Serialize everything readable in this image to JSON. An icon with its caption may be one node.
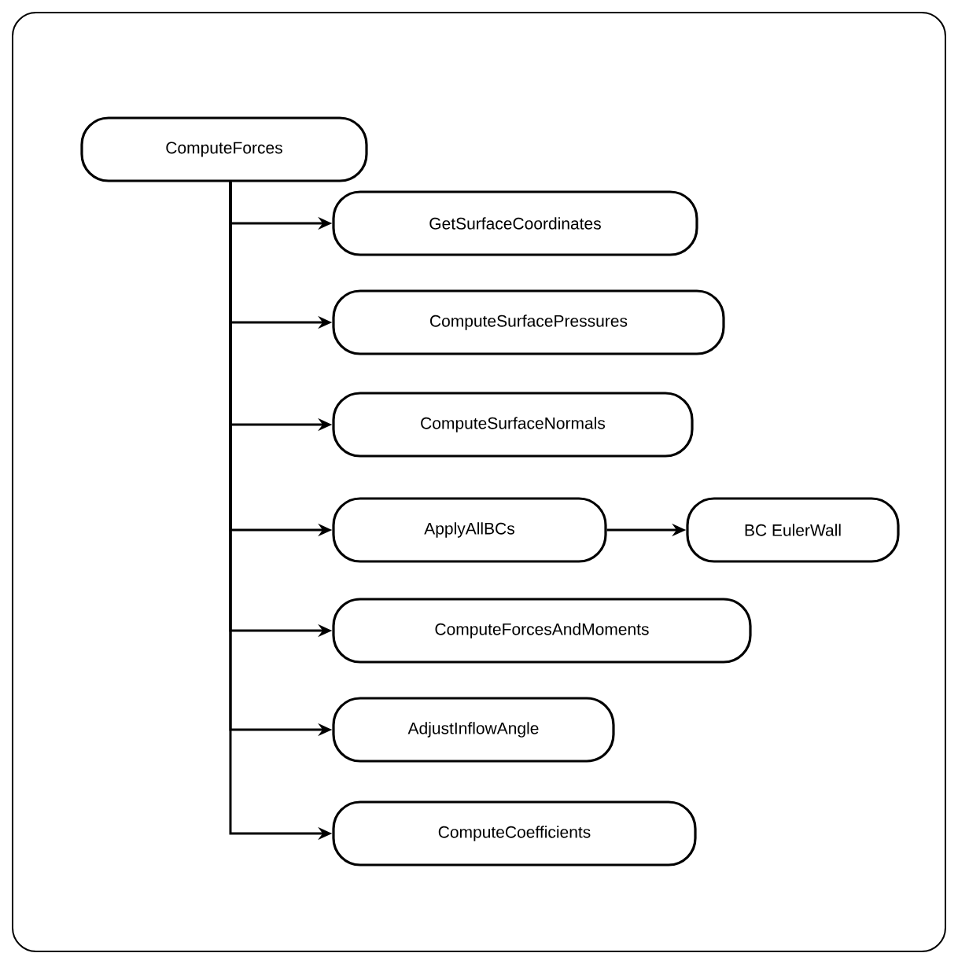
{
  "diagram": {
    "nodes": [
      {
        "text": [
          "ComputeForces"
        ]
      },
      {
        "text": [
          "GetSurfaceCoordinates"
        ]
      },
      {
        "text": [
          "ComputeSurfacePressures"
        ]
      },
      {
        "text": [
          "ComputeSurfaceNormals"
        ]
      },
      {
        "text": [
          "ApplyAllBCs"
        ]
      },
      {
        "text": [
          "ComputeForcesAndMoments"
        ]
      },
      {
        "text": [
          "AdjustInflowAngle"
        ]
      },
      {
        "text": [
          "ComputeCoefficients"
        ]
      },
      {
        "text": [
          "BC EulerWall"
        ]
      }
    ],
    "edges": [
      {
        "from": 0,
        "to": 1,
        "arrow": "to"
      },
      {
        "from": 0,
        "to": 2,
        "arrow": "to"
      },
      {
        "from": 0,
        "to": 3,
        "arrow": "to"
      },
      {
        "from": 0,
        "to": 4,
        "arrow": "to"
      },
      {
        "from": 0,
        "to": 5,
        "arrow": "to"
      },
      {
        "from": 0,
        "to": 6,
        "arrow": "to"
      },
      {
        "from": 0,
        "to": 7,
        "arrow": "to"
      },
      {
        "from": 4,
        "to": 8,
        "arrow": "to"
      }
    ]
  }
}
